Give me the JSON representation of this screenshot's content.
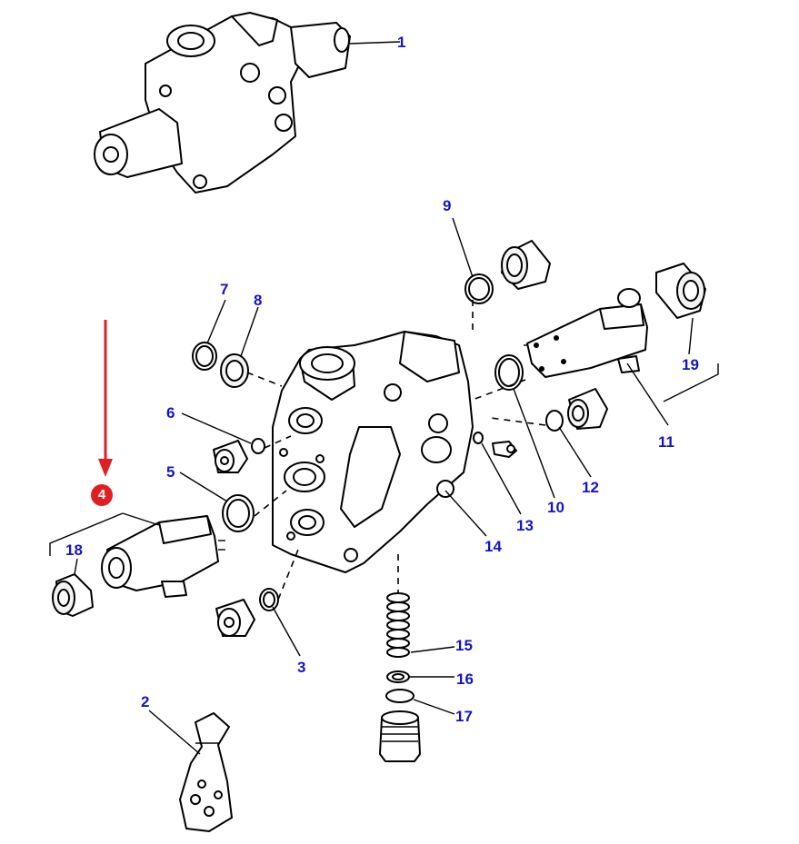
{
  "colors": {
    "label": "#1414c8",
    "highlight": "#e02020",
    "line": "#000000"
  },
  "callouts": {
    "c1": "1",
    "c2": "2",
    "c3": "3",
    "c5": "5",
    "c6": "6",
    "c7": "7",
    "c8": "8",
    "c9": "9",
    "c10": "10",
    "c11": "11",
    "c12": "12",
    "c13": "13",
    "c14": "14",
    "c15": "15",
    "c16": "16",
    "c17": "17",
    "c18": "18",
    "c19": "19"
  },
  "highlight_badge": "4"
}
